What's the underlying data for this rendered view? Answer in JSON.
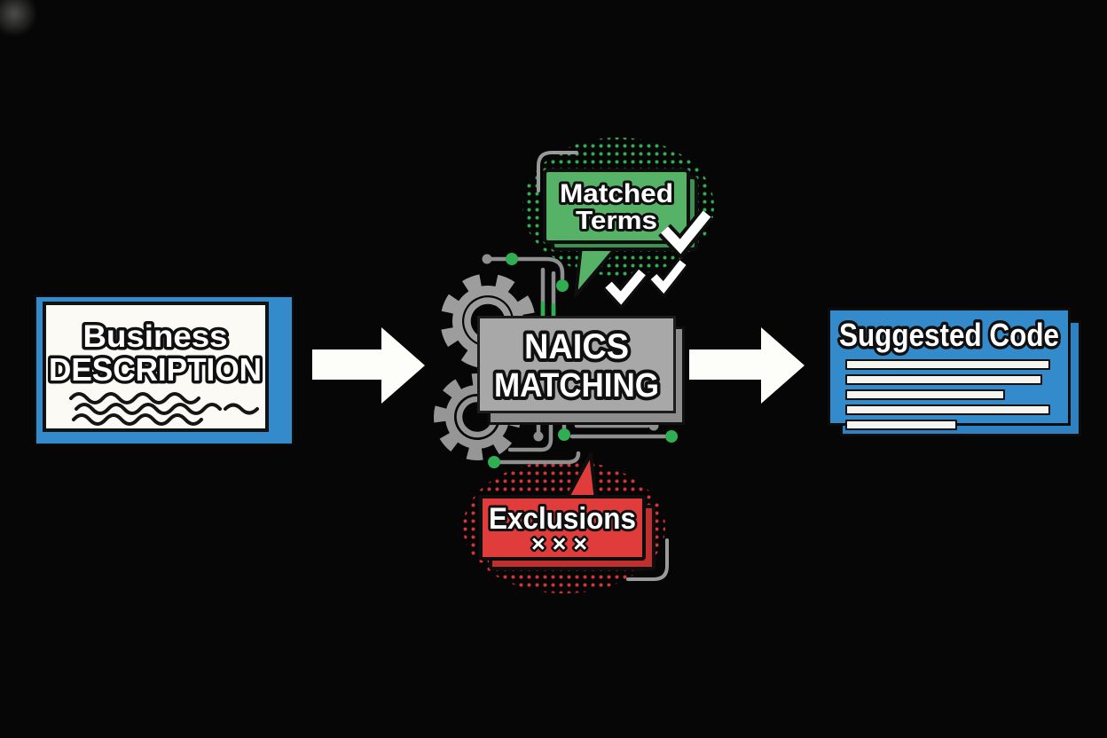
{
  "diagram": {
    "input_card": {
      "title_top": "Business",
      "title_bottom": "DESCRIPTION"
    },
    "process_card": {
      "title_top": "NAICS",
      "title_bottom": "MATCHING"
    },
    "output_card": {
      "title": "Suggested Code",
      "code_line_widths_pct": [
        97,
        93,
        75,
        97,
        52
      ]
    },
    "matched_bubble": {
      "title_top": "Matched",
      "title_bottom": "Terms",
      "checkmark_count": 3
    },
    "exclusions_bubble": {
      "title": "Exclusions",
      "x_marks": "×××"
    },
    "colors": {
      "background": "#060606",
      "blue": "#348bcb",
      "blue_dark": "#2f82c2",
      "green": "#56b267",
      "green_dark": "#3e9150",
      "green_dot": "#2fae52",
      "red": "#e13c3c",
      "red_dark": "#bf2f2e",
      "gray_card": "#a8a8a8",
      "gray_circuit": "#8f8f8f",
      "white": "#ffffff",
      "outline": "#101010"
    }
  }
}
